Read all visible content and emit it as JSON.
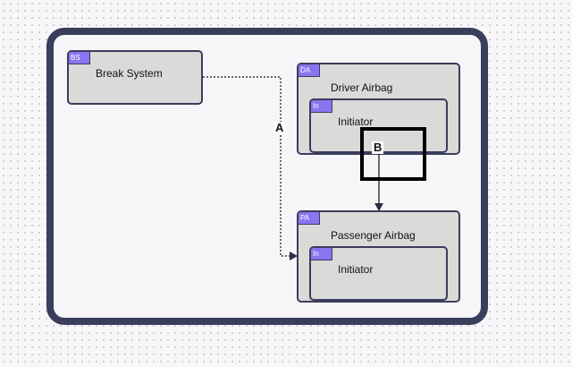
{
  "diagram": {
    "blocks": {
      "break_system": {
        "tag": "BS",
        "title": "Break System"
      },
      "driver_airbag": {
        "tag": "DA",
        "title": "Driver Airbag"
      },
      "driver_initiator": {
        "tag": "In",
        "title": "Initiator"
      },
      "passenger_airbag": {
        "tag": "PA",
        "title": "Passenger Airbag"
      },
      "passenger_initiator": {
        "tag": "In",
        "title": "Initiator"
      }
    },
    "connections": {
      "a": {
        "label": "A"
      },
      "b": {
        "label": "B"
      }
    }
  }
}
